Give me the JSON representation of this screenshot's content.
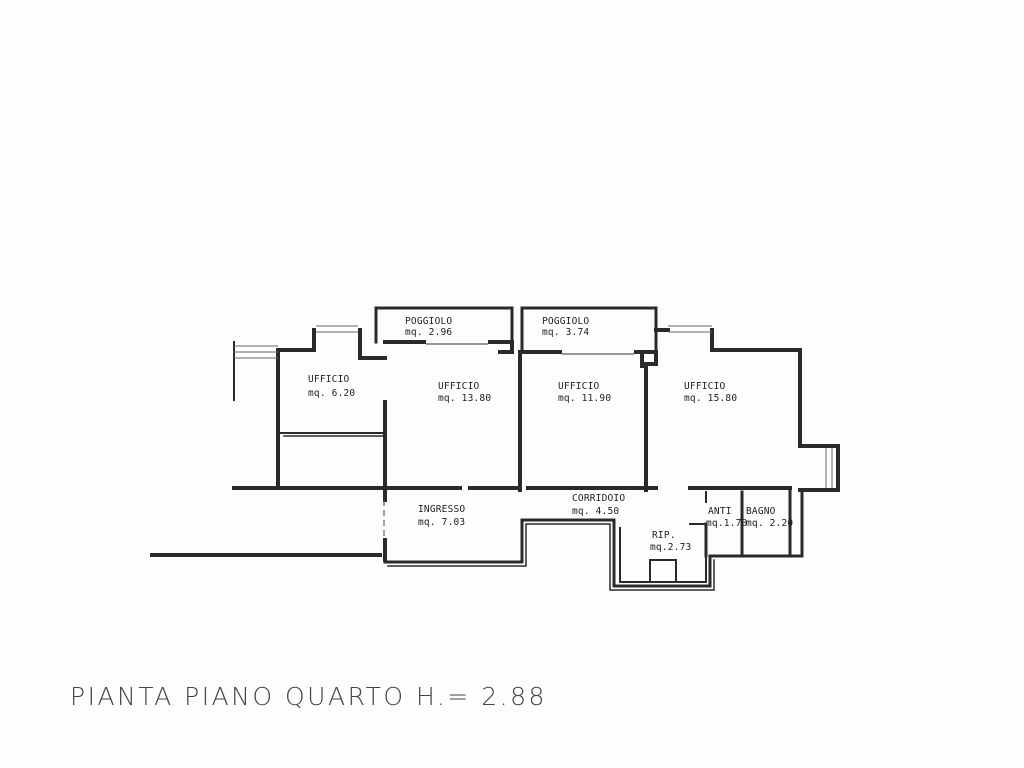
{
  "title": "PIANTA PIANO QUARTO H.= 2.88",
  "rooms": [
    {
      "name": "POGGIOLO",
      "area": "mq. 2.96"
    },
    {
      "name": "POGGIOLO",
      "area": "mq. 3.74"
    },
    {
      "name": "UFFICIO",
      "area": "mq. 6.20"
    },
    {
      "name": "UFFICIO",
      "area": "mq. 13.80"
    },
    {
      "name": "UFFICIO",
      "area": "mq. 11.90"
    },
    {
      "name": "UFFICIO",
      "area": "mq. 15.80"
    },
    {
      "name": "INGRESSO",
      "area": "mq. 7.03"
    },
    {
      "name": "CORRIDOIO",
      "area": "mq. 4.50"
    },
    {
      "name": "ANTI",
      "area": "mq.1.70"
    },
    {
      "name": "BAGNO",
      "area": "mq. 2.20"
    },
    {
      "name": "RIP.",
      "area": "mq.2.73"
    }
  ]
}
